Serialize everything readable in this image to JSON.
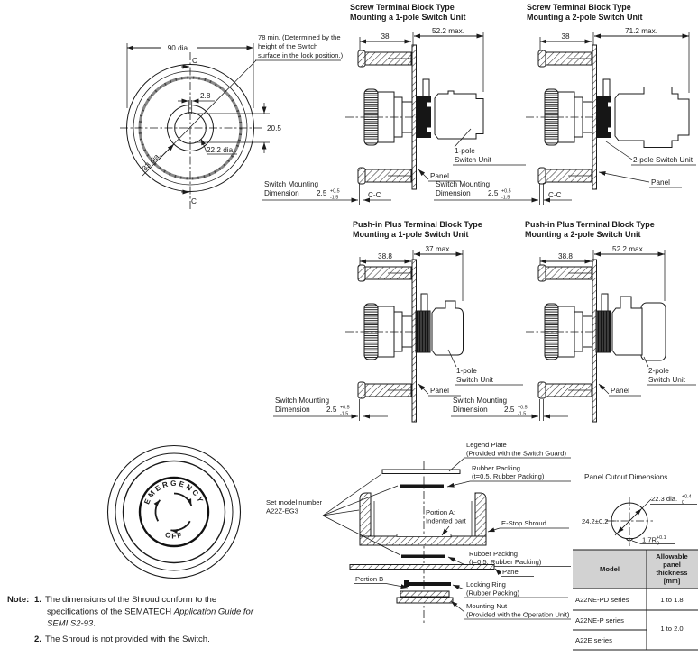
{
  "front_view": {
    "dim_90": "90 dia.",
    "c_top": "C",
    "c_bottom": "C",
    "dim_2_8": "2.8",
    "dim_20_5": "20.5",
    "dim_22_2": "22.2 dia.",
    "dim_33": "33 dia.",
    "note78_l1": "78 min. (Determined by the",
    "note78_l2": "height of the Switch",
    "note78_l3": "surface in the lock position.)"
  },
  "views": {
    "screw1": {
      "t1": "Screw Terminal Block Type",
      "t2": "Mounting a 1-pole Switch Unit",
      "depth": "38",
      "len": "52.2 max.",
      "u1": "1-pole",
      "u2": "Switch Unit",
      "panel": "Panel",
      "cc": "C-C"
    },
    "screw2": {
      "t1": "Screw Terminal Block Type",
      "t2": "Mounting a 2-pole Switch Unit",
      "depth": "38",
      "len": "71.2 max.",
      "u1": "2-pole Switch Unit",
      "panel": "Panel",
      "cc": "C-C"
    },
    "push1": {
      "t1": "Push-in Plus Terminal Block Type",
      "t2": "Mounting a 1-pole Switch Unit",
      "depth": "38.8",
      "len": "37 max.",
      "u1": "1-pole",
      "u2": "Switch Unit",
      "panel": "Panel"
    },
    "push2": {
      "t1": "Push-in Plus Terminal Block Type",
      "t2": "Mounting a 2-pole Switch Unit",
      "depth": "38.8",
      "len": "52.2 max.",
      "u1": "2-pole",
      "u2": "Switch Unit",
      "panel": "Panel"
    }
  },
  "mounting": {
    "l1": "Switch Mounting",
    "l2": "Dimension",
    "val": "2.5",
    "tp": "+0.5",
    "tm": "-1.5"
  },
  "emergency": {
    "top": "EMERGENCY",
    "bottom": "OFF"
  },
  "exploded": {
    "legend1": "Legend Plate",
    "legend2": "(Provided with the Switch Guard)",
    "rp1a": "Rubber Packing",
    "rp1b": "(t=0.5, Rubber Packing)",
    "set1": "Set model number",
    "set2": "A22Z-EG3",
    "portionA1": "Portion A:",
    "portionA2": "Indented part",
    "shroud": "E-Stop Shroud",
    "rp2a": "Rubber Packing",
    "rp2b": "(t=0.5, Rubber Packing)",
    "panel": "Panel",
    "portionB": "Portion B",
    "lock1": "Locking Ring",
    "lock2": "(Rubber Packing)",
    "nut1": "Mounting Nut",
    "nut2": "(Provided with the Operation Unit)"
  },
  "cutout": {
    "title": "Panel Cutout Dimensions",
    "dia": "22.3 dia.",
    "dia_tp": "+0.4",
    "dia_tm": "0",
    "h": "24.2±0.2",
    "r": "1.7R",
    "r_tp": "+0.1",
    "r_tm": "0"
  },
  "table": {
    "h1": "Model",
    "h2a": "Allowable",
    "h2b": "panel",
    "h2c": "thickness",
    "h2d": "[mm]",
    "r1m": "A22NE-PD series",
    "r1v": "1 to 1.8",
    "r2m": "A22NE-P series",
    "r3m": "A22E series",
    "r23v": "1 to 2.0"
  },
  "note": {
    "label": "Note:",
    "n1": "1.",
    "n1a": "The dimensions of the Shroud conform to the",
    "n1b": "specifications of the SEMATECH ",
    "n1b_i": "Application Guide for",
    "n1c_i": "SEMI S2-93",
    "n1c": ".",
    "n2": "2.",
    "n2a": "The Shroud is not provided with the Switch."
  }
}
